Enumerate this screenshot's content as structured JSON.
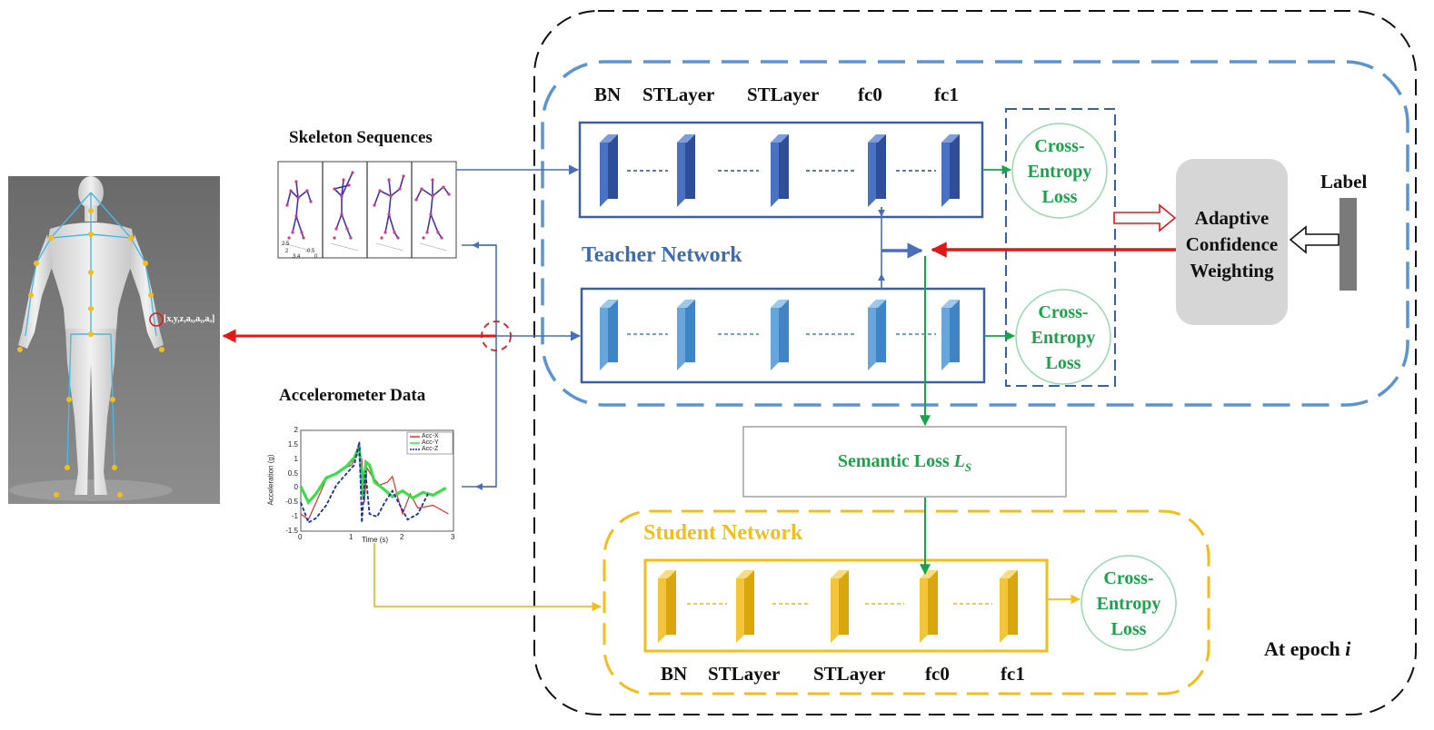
{
  "inputs": {
    "skeleton_title": "Skeleton Sequences",
    "accel_title": "Accelerometer Data",
    "joint_vector": "[x,y,z,aₓ,aᵧ,aₔ]"
  },
  "teacher": {
    "title": "Teacher Network",
    "layer_labels": [
      "BN",
      "STLayer",
      "STLayer",
      "fc0",
      "fc1"
    ],
    "loss_top": [
      "Cross-",
      "Entropy",
      "Loss"
    ],
    "loss_bottom": [
      "Cross-",
      "Entropy",
      "Loss"
    ],
    "color": "#3d6cb3"
  },
  "student": {
    "title": "Student Network",
    "layer_labels": [
      "BN",
      "STLayer",
      "STLayer",
      "fc0",
      "fc1"
    ],
    "loss": [
      "Cross-",
      "Entropy",
      "Loss"
    ],
    "color": "#f1be1c"
  },
  "semantic_loss": {
    "text": "Semantic Loss ",
    "symbol": "L",
    "subscript": "S"
  },
  "acw": {
    "lines": [
      "Adaptive",
      "Confidence",
      "Weighting"
    ]
  },
  "label": "Label",
  "epoch": {
    "prefix": "At epoch ",
    "var": "i"
  },
  "accel_plot": {
    "ylabel": "Acceleration (g)",
    "xlabel": "Time (s)",
    "yticks": [
      "2",
      "1.5",
      "1",
      "0.5",
      "0",
      "-0.5",
      "-1",
      "-1.5"
    ],
    "xticks": [
      "0",
      "1",
      "2",
      "3"
    ],
    "legend": [
      "Acc-X",
      "Acc-Y",
      "Acc-Z"
    ],
    "colors": [
      "#e0302a",
      "#3ddc4a",
      "#1a2ca8"
    ]
  },
  "skeleton_ticks": [
    "2.5",
    "2",
    "3.4",
    "-0.5",
    "0"
  ]
}
